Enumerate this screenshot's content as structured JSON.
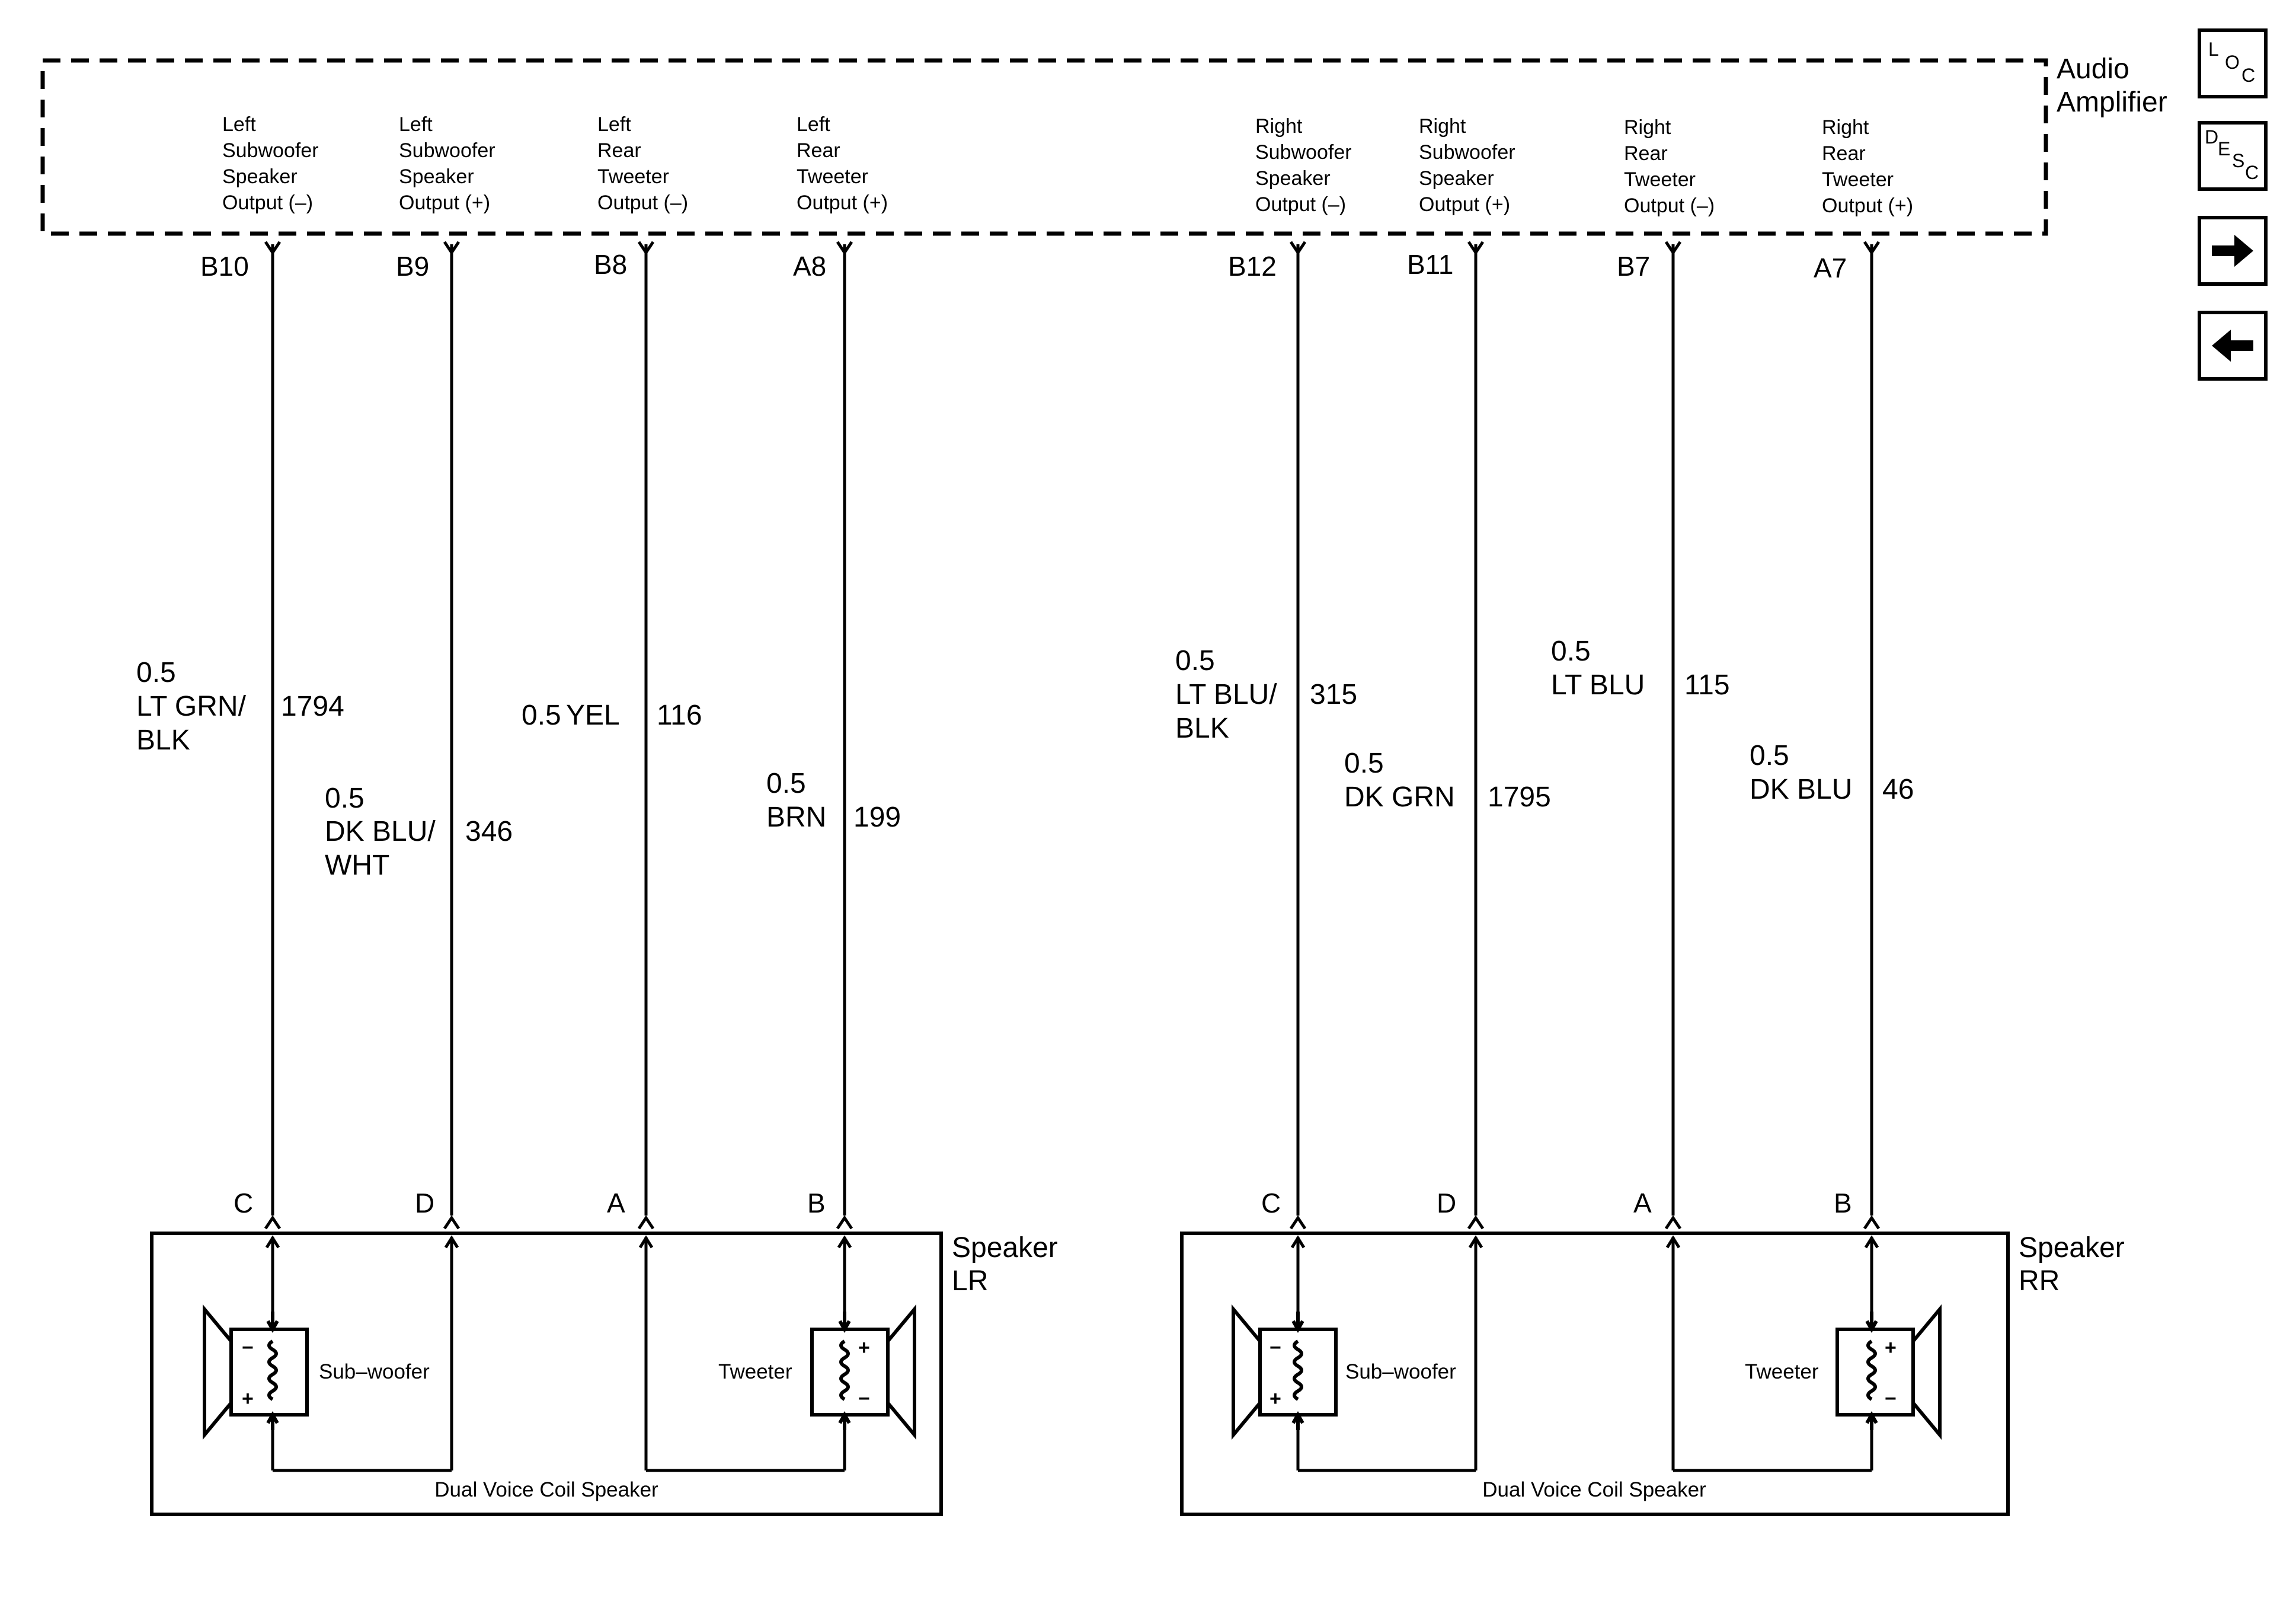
{
  "amplifier": {
    "name_line1": "Audio",
    "name_line2": "Amplifier",
    "outputs": [
      {
        "lines": [
          "Left",
          "Subwoofer",
          "Speaker",
          "Output (–)"
        ]
      },
      {
        "lines": [
          "Left",
          "Subwoofer",
          "Speaker",
          "Output (+)"
        ]
      },
      {
        "lines": [
          "Left",
          "Rear",
          "Tweeter",
          "Output (–)"
        ]
      },
      {
        "lines": [
          "Left",
          "Rear",
          "Tweeter",
          "Output (+)"
        ]
      },
      {
        "lines": [
          "Right",
          "Subwoofer",
          "Speaker",
          "Output (–)"
        ]
      },
      {
        "lines": [
          "Right",
          "Subwoofer",
          "Speaker",
          "Output (+)"
        ]
      },
      {
        "lines": [
          "Right",
          "Rear",
          "Tweeter",
          "Output (–)"
        ]
      },
      {
        "lines": [
          "Right",
          "Rear",
          "Tweeter",
          "Output (+)"
        ]
      }
    ]
  },
  "circuits": [
    {
      "amp_pin": "B10",
      "speaker_pin": "C",
      "gauge": "0.5",
      "color_lines": [
        "LT GRN/",
        "BLK"
      ],
      "circuit": "1794"
    },
    {
      "amp_pin": "B9",
      "speaker_pin": "D",
      "gauge": "0.5",
      "color_lines": [
        "DK BLU/",
        "WHT"
      ],
      "circuit": "346"
    },
    {
      "amp_pin": "B8",
      "speaker_pin": "A",
      "gauge": "0.5",
      "color_lines": [
        "YEL"
      ],
      "circuit": "116"
    },
    {
      "amp_pin": "A8",
      "speaker_pin": "B",
      "gauge": "0.5",
      "color_lines": [
        "BRN"
      ],
      "circuit": "199"
    },
    {
      "amp_pin": "B12",
      "speaker_pin": "C",
      "gauge": "0.5",
      "color_lines": [
        "LT BLU/",
        "BLK"
      ],
      "circuit": "315"
    },
    {
      "amp_pin": "B11",
      "speaker_pin": "D",
      "gauge": "0.5",
      "color_lines": [
        "DK GRN"
      ],
      "circuit": "1795"
    },
    {
      "amp_pin": "B7",
      "speaker_pin": "A",
      "gauge": "0.5",
      "color_lines": [
        "LT BLU"
      ],
      "circuit": "115"
    },
    {
      "amp_pin": "A7",
      "speaker_pin": "B",
      "gauge": "0.5",
      "color_lines": [
        "DK BLU"
      ],
      "circuit": "46"
    }
  ],
  "speakers": [
    {
      "title_line1": "Speaker",
      "title_line2": "LR",
      "subwoofer_label": "Sub–woofer",
      "tweeter_label": "Tweeter",
      "caption": "Dual Voice Coil Speaker"
    },
    {
      "title_line1": "Speaker",
      "title_line2": "RR",
      "subwoofer_label": "Sub–woofer",
      "tweeter_label": "Tweeter",
      "caption": "Dual Voice Coil Speaker"
    }
  ],
  "navigation": {
    "loc": {
      "letters": [
        "L",
        "O",
        "C"
      ]
    },
    "desc": {
      "letters": [
        "D",
        "E",
        "S",
        "C"
      ]
    },
    "next_icon": "arrow-right-icon",
    "prev_icon": "arrow-left-icon"
  }
}
